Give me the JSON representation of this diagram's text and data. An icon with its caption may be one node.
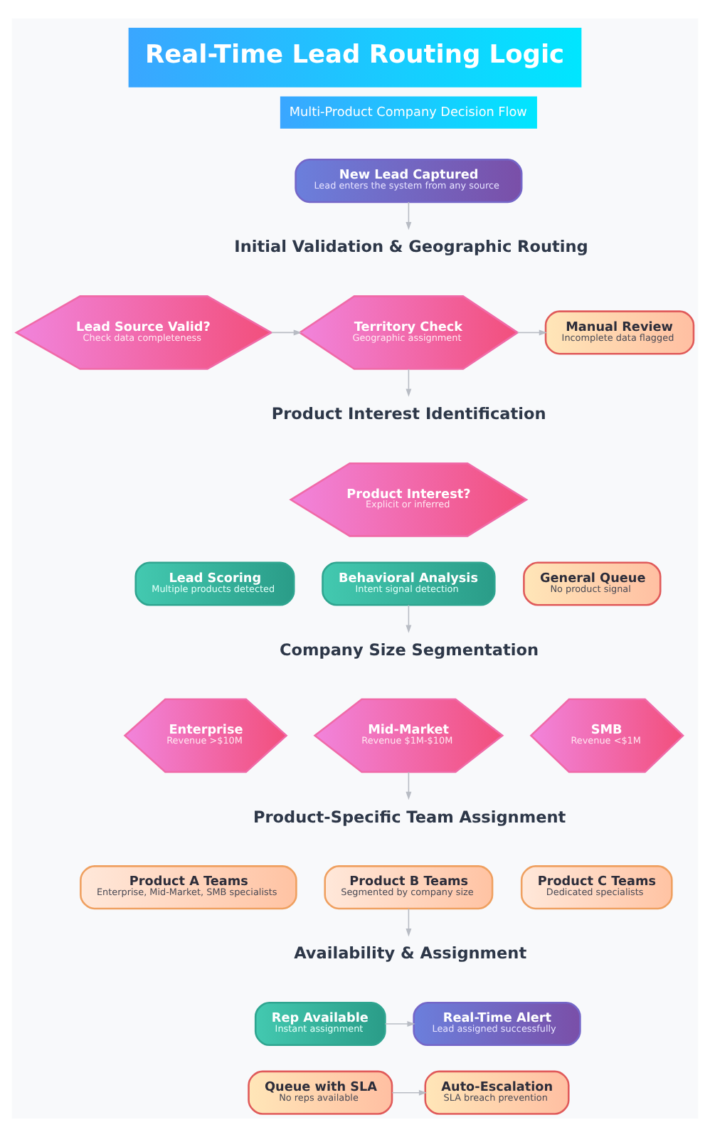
{
  "diagram": {
    "title": "Real-Time Lead Routing Logic",
    "nodes": [
      {
        "text": [
          "New Lead Captured",
          "Lead enters the system from any source"
        ]
      },
      {
        "text": [
          "Initial Validation & Geographic Routing"
        ]
      },
      {
        "text": [
          "Lead Source Valid?",
          "Check data completeness"
        ]
      },
      {
        "text": [
          "Territory Check",
          "Geographic assignment"
        ]
      },
      {
        "text": [
          "Manual Review",
          "Incomplete data flagged"
        ]
      },
      {
        "text": [
          "Product Interest Identification"
        ]
      },
      {
        "text": [
          "Product Interest?",
          "Explicit or inferred"
        ]
      },
      {
        "text": [
          "Lead Scoring",
          "Multiple products detected"
        ]
      },
      {
        "text": [
          "Behavioral Analysis",
          "Intent signal detection"
        ]
      },
      {
        "text": [
          "General Queue",
          "No product signal"
        ]
      },
      {
        "text": [
          "Company Size Segmentation"
        ]
      },
      {
        "text": [
          "Enterprise",
          "Revenue >$10M"
        ]
      },
      {
        "text": [
          "Mid-Market",
          "Revenue $1M-$10M"
        ]
      },
      {
        "text": [
          "SMB",
          "Revenue <$1M"
        ]
      },
      {
        "text": [
          "Product-Specific Team Assignment"
        ]
      },
      {
        "text": [
          "Product A Teams",
          "Enterprise, Mid-Market, SMB specialists"
        ]
      },
      {
        "text": [
          "Product B Teams",
          "Segmented by company size"
        ]
      },
      {
        "text": [
          "Product C Teams",
          "Dedicated specialists"
        ]
      },
      {
        "text": [
          "Availability & Assignment"
        ]
      },
      {
        "text": [
          "Rep Available",
          "Instant assignment"
        ]
      },
      {
        "text": [
          "Real-Time Alert",
          "Lead assigned successfully"
        ]
      },
      {
        "text": [
          "Queue with SLA",
          "No reps available"
        ]
      },
      {
        "text": [
          "Auto-Escalation",
          "SLA breach prevention"
        ]
      }
    ],
    "edges": [
      {
        "from": 0,
        "to": 1,
        "arrow": "to"
      },
      {
        "from": 2,
        "to": 3,
        "arrow": "to"
      },
      {
        "from": 3,
        "to": 4,
        "arrow": "to"
      },
      {
        "from": 3,
        "to": 5,
        "arrow": "to"
      },
      {
        "from": 8,
        "to": 10,
        "arrow": "to"
      },
      {
        "from": 12,
        "to": 14,
        "arrow": "to"
      },
      {
        "from": 16,
        "to": 18,
        "arrow": "to"
      },
      {
        "from": 19,
        "to": 20,
        "arrow": "to"
      },
      {
        "from": 21,
        "to": 22,
        "arrow": "to"
      }
    ],
    "labels": [
      "Multi-Product Company Decision Flow"
    ]
  }
}
